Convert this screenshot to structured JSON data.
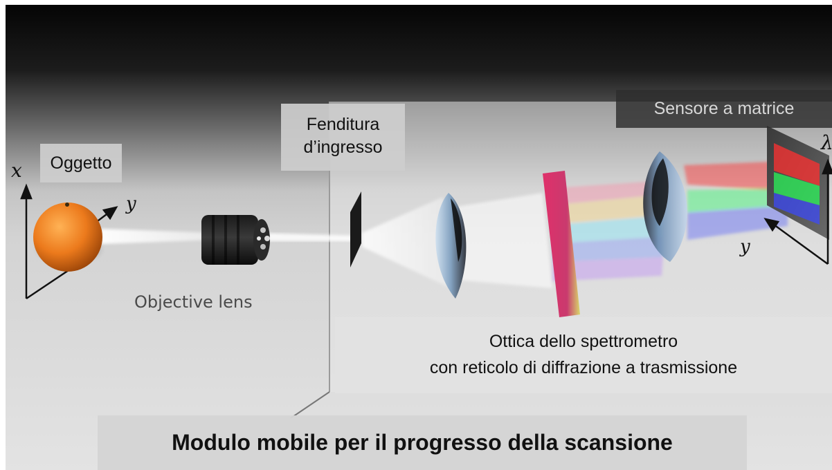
{
  "labels": {
    "object": "Oggetto",
    "slit": [
      "Fenditura",
      "d’ingresso"
    ],
    "sensor": "Sensore a matrice",
    "objective": "Objective lens",
    "spectrometer": [
      "Ottica dello spettrometro",
      "con reticolo di diffrazione a trasmissione"
    ],
    "module": "Modulo mobile per il progresso della scansione"
  },
  "axes": {
    "object_x": "x",
    "object_y": "y",
    "sensor_y": "y",
    "sensor_lambda": "λ"
  },
  "elements": [
    "orange-object-icon",
    "objective-lens-icon",
    "entrance-slit-icon",
    "collimating-lens-icon",
    "diffraction-grating-icon",
    "focusing-lens-icon",
    "array-sensor-icon"
  ],
  "colors": {
    "orange": "#e8781a",
    "spectrum_red": "#ff2a2a",
    "spectrum_green": "#2aff6a",
    "spectrum_blue": "#3a4bff",
    "grating_magenta": "#e0306a",
    "grating_yellow": "#d8d86a"
  }
}
